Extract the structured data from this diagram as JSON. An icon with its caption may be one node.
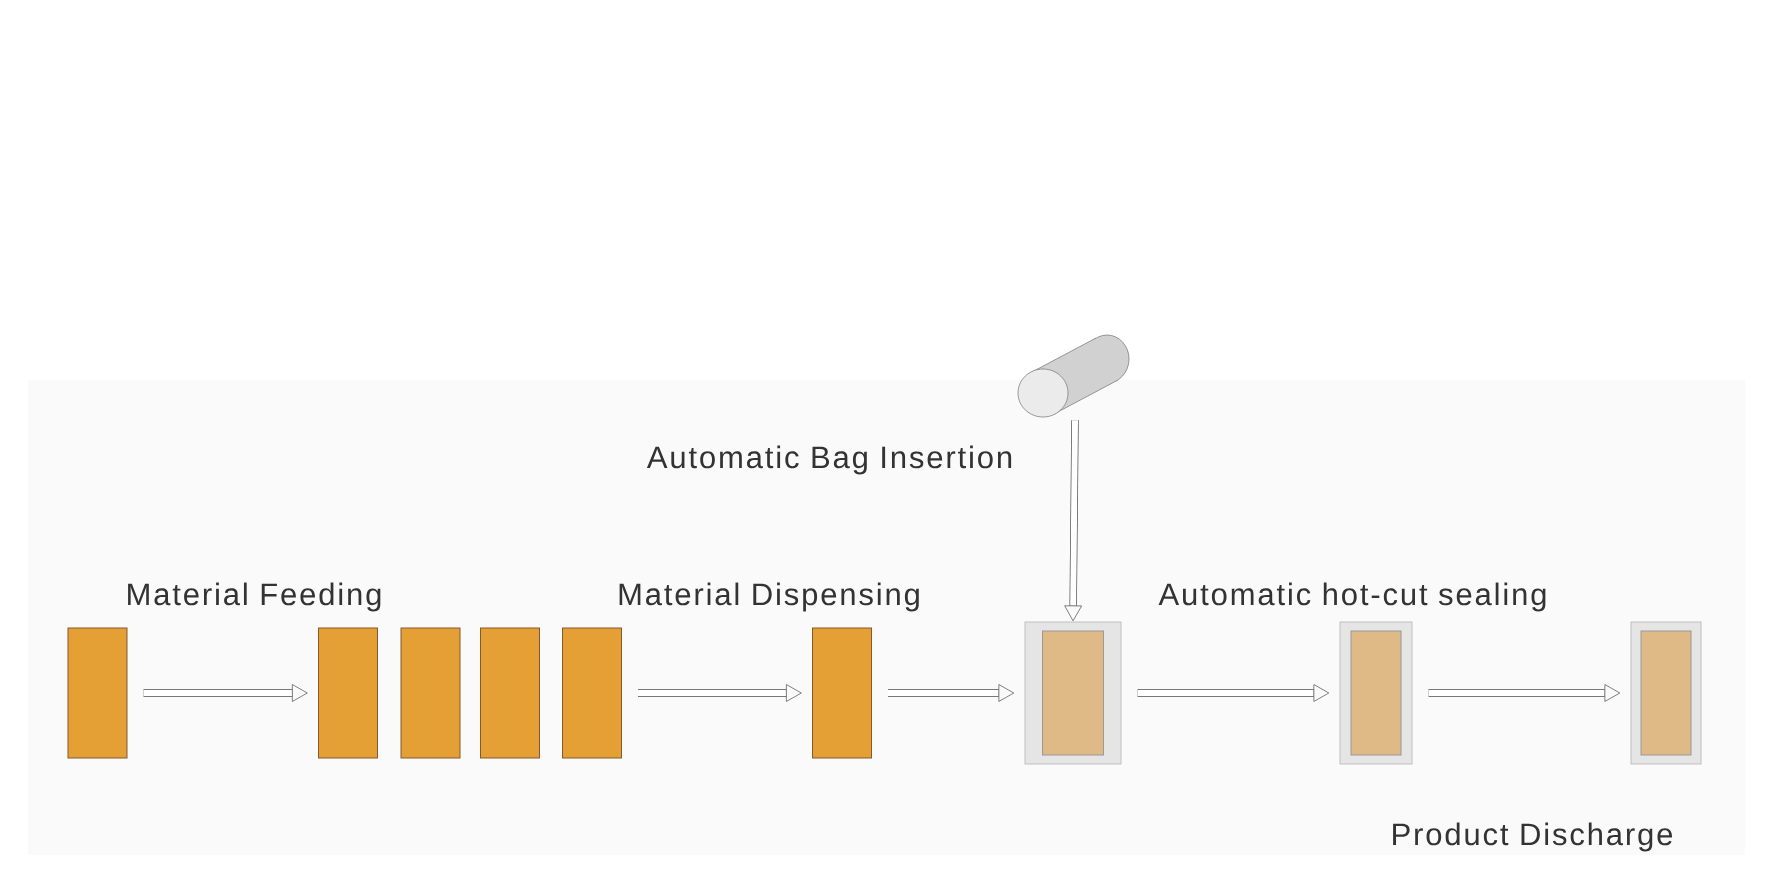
{
  "diagram": {
    "nodes": [
      {
        "text": [],
        "shape": "box"
      },
      {
        "text": [],
        "shape": "box"
      },
      {
        "text": [],
        "shape": "box"
      },
      {
        "text": [],
        "shape": "box"
      },
      {
        "text": [],
        "shape": "box"
      },
      {
        "text": [],
        "shape": "box"
      },
      {
        "text": [],
        "shape": "bag"
      },
      {
        "text": [],
        "shape": "bag"
      },
      {
        "text": [],
        "shape": "bag"
      },
      {
        "text": [],
        "shape": "cylinder"
      }
    ],
    "edges": [
      {
        "from": 0,
        "to": 1,
        "arrow": "to"
      },
      {
        "from": 4,
        "to": 5,
        "arrow": "to"
      },
      {
        "from": 5,
        "to": 6,
        "arrow": "to"
      },
      {
        "from": 6,
        "to": 7,
        "arrow": "to"
      },
      {
        "from": 7,
        "to": 8,
        "arrow": "to"
      },
      {
        "from": 9,
        "to": 6,
        "arrow": "to"
      }
    ],
    "labels": [
      "Automatic Bag Insertion",
      "Material Feeding",
      "Material Dispensing",
      "Automatic hot-cut sealing",
      "Product Discharge"
    ]
  }
}
